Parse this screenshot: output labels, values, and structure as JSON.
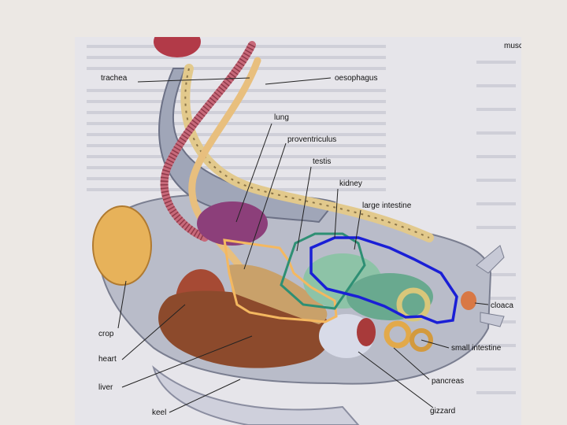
{
  "labels": {
    "trachea": "trachea",
    "oesophagus": "oesophagus",
    "lung": "lung",
    "proventriculus": "proventriculus",
    "testis": "testis",
    "kidney": "kidney",
    "large_intestine": "large intestine",
    "crop": "crop",
    "heart": "heart",
    "liver": "liver",
    "keel": "keel",
    "cloaca": "cloaca",
    "small_intestine": "small intestine",
    "pancreas": "pancreas",
    "gizzard": "gizzard",
    "muscle_partial": "musc"
  },
  "outline_colors": {
    "orange": "#f4b860",
    "teal": "#2e8f74",
    "blue": "#1a1fd6"
  }
}
